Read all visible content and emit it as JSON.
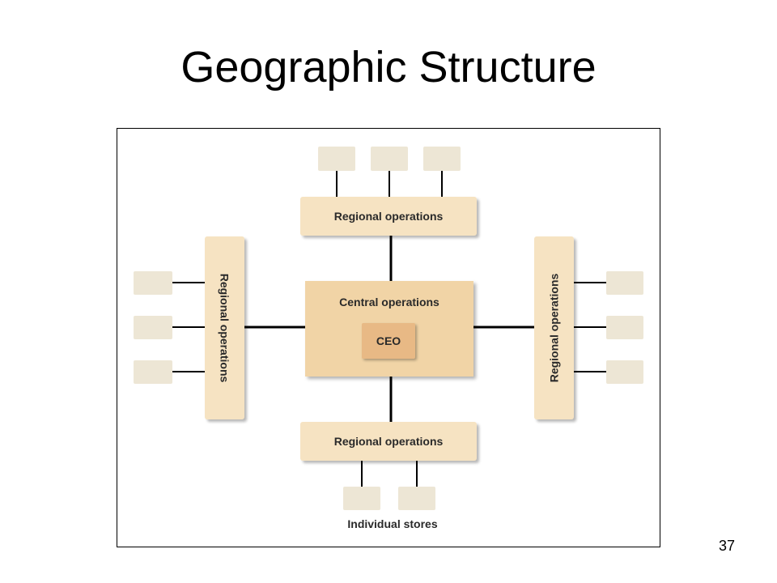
{
  "slide": {
    "title": "Geographic Structure",
    "page_number": "37"
  },
  "diagram": {
    "central_label": "Central operations",
    "ceo_label": "CEO",
    "regional_top_label": "Regional operations",
    "regional_bottom_label": "Regional operations",
    "regional_left_label": "Regional operations",
    "regional_right_label": "Regional operations",
    "stores_label": "Individual stores"
  }
}
